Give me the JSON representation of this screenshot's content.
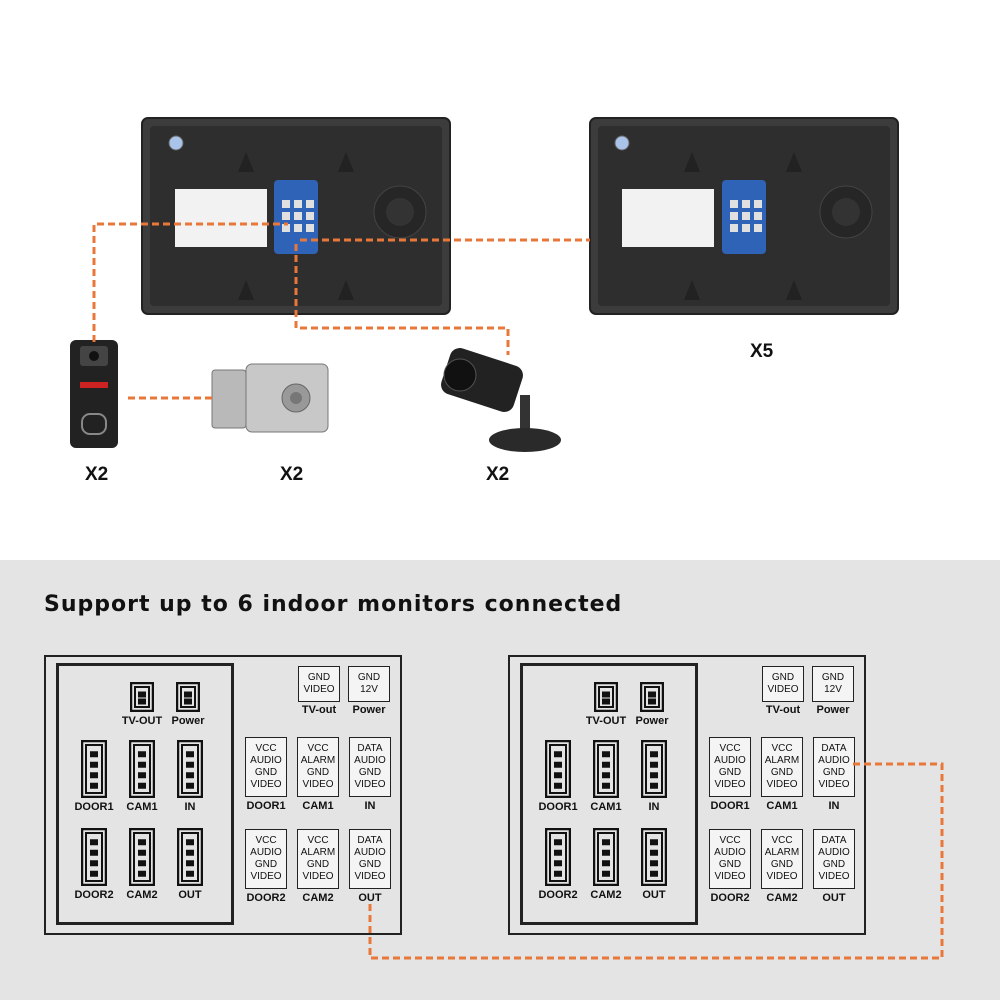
{
  "top": {
    "monitor_multiplier": "X5",
    "doorbell_multiplier": "X2",
    "lock_multiplier": "X2",
    "camera_multiplier": "X2"
  },
  "headline": "Support up to 6 indoor monitors connected",
  "panel": {
    "top_ports": [
      {
        "label": "TV-OUT"
      },
      {
        "label": "Power"
      }
    ],
    "connectors": [
      {
        "label": "DOOR1"
      },
      {
        "label": "CAM1"
      },
      {
        "label": "IN"
      },
      {
        "label": "DOOR2"
      },
      {
        "label": "CAM2"
      },
      {
        "label": "OUT"
      }
    ],
    "pinouts_top": [
      {
        "pins": [
          "GND",
          "VIDEO"
        ],
        "label": "TV-out"
      },
      {
        "pins": [
          "GND",
          "12V"
        ],
        "label": "Power"
      }
    ],
    "pinouts": [
      {
        "pins": [
          "VCC",
          "AUDIO",
          "GND",
          "VIDEO"
        ],
        "label": "DOOR1"
      },
      {
        "pins": [
          "VCC",
          "ALARM",
          "GND",
          "VIDEO"
        ],
        "label": "CAM1"
      },
      {
        "pins": [
          "DATA",
          "AUDIO",
          "GND",
          "VIDEO"
        ],
        "label": "IN"
      },
      {
        "pins": [
          "VCC",
          "AUDIO",
          "GND",
          "VIDEO"
        ],
        "label": "DOOR2"
      },
      {
        "pins": [
          "VCC",
          "ALARM",
          "GND",
          "VIDEO"
        ],
        "label": "CAM2"
      },
      {
        "pins": [
          "DATA",
          "AUDIO",
          "GND",
          "VIDEO"
        ],
        "label": "OUT"
      }
    ]
  },
  "colors": {
    "wire": "#e8773a",
    "monitor": "#3a3a3a",
    "label_blue": "#2f63b8",
    "panel_bg": "#e4e4e4"
  }
}
